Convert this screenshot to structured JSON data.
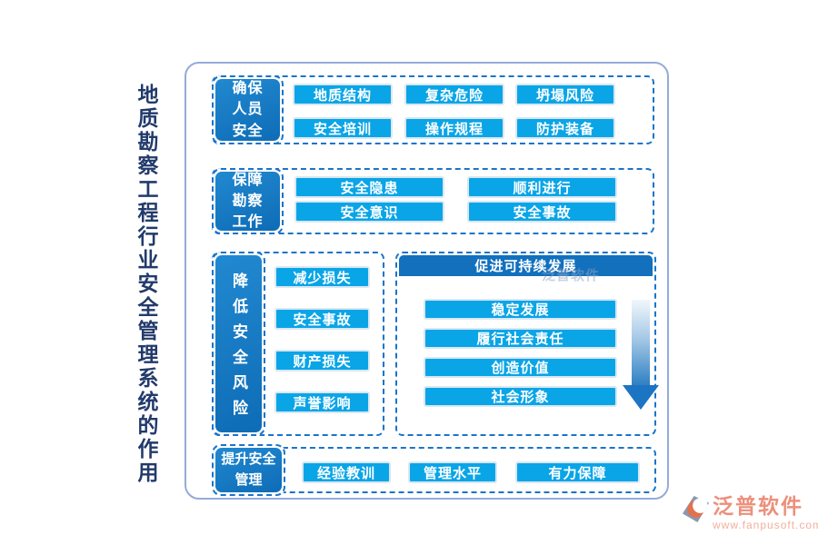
{
  "title": {
    "vertical_text": "地质勘察工程行业安全管理系统的作用"
  },
  "sections": {
    "s1": {
      "label_lines": [
        "确保",
        "人员",
        "安全"
      ],
      "buttons": [
        "地质结构",
        "复杂危险",
        "坍塌风险",
        "安全培训",
        "操作规程",
        "防护装备"
      ]
    },
    "s2": {
      "label_lines": [
        "保障",
        "勘察",
        "工作"
      ],
      "buttons": [
        "安全隐患",
        "顺利进行",
        "安全意识",
        "安全事故"
      ]
    },
    "s3": {
      "label_vertical": "降低安全风险",
      "buttons": [
        "减少损失",
        "安全事故",
        "财产损失",
        "声誉影响"
      ]
    },
    "s4": {
      "header": "促进可持续发展",
      "items": [
        "稳定发展",
        "履行社会责任",
        "创造价值",
        "社会形象"
      ]
    },
    "s5": {
      "label_lines": [
        "提升安全",
        "管理"
      ],
      "buttons": [
        "经验教训",
        "管理水平",
        "有力保障"
      ]
    }
  },
  "watermark": {
    "text": "泛普软件"
  },
  "logo": {
    "name": "泛普软件",
    "url": "www.fanpusoft.com"
  },
  "colors": {
    "title_navy": "#223a6b",
    "label_block_blue": "#1478c2",
    "chip_cyan": "#0aa5e7",
    "panel_header_blue": "#1270bd",
    "dashed_border_blue": "#1a74c9",
    "outer_border": "#94abd9",
    "arrow_gradient_end": "#1d74c2",
    "logo_text": "#ec907b"
  }
}
